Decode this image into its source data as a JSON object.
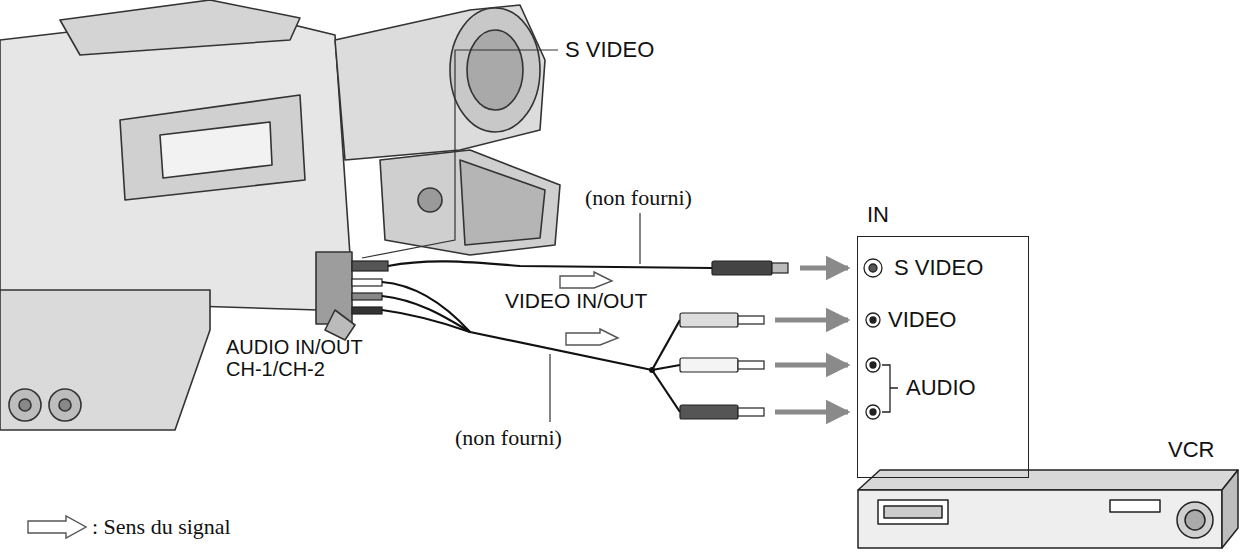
{
  "diagram": {
    "nodes": [
      {
        "text": [
          "IN",
          "S VIDEO",
          "VIDEO",
          "AUDIO"
        ]
      }
    ],
    "labels": [
      "S VIDEO",
      "(non fourni)",
      "VIDEO IN/OUT",
      "AUDIO IN/OUT CH-1/CH-2",
      "(non fourni)",
      "VCR"
    ],
    "legend": [
      {
        "text": ": Sens du signal"
      }
    ]
  }
}
